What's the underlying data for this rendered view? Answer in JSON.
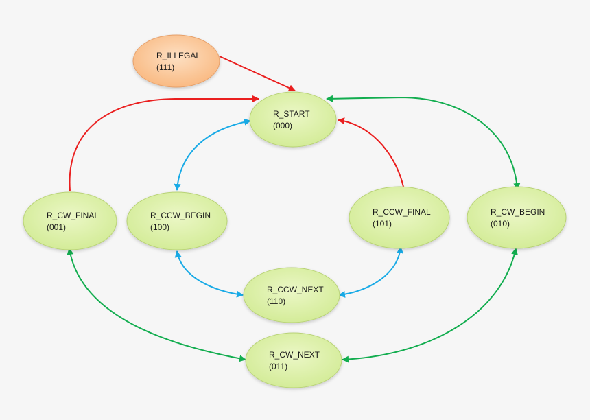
{
  "colors": {
    "background": "#f6f6f6",
    "state_fill": "#d2eb95",
    "state_stroke": "#b8d276",
    "illegal_fill": "#f9b77e",
    "illegal_stroke": "#e6a06a",
    "edge_red": "#ea1f1f",
    "edge_green": "#12ad4f",
    "edge_blue": "#18aae6"
  },
  "nodes": [
    {
      "id": "r_illegal",
      "name": "R_ILLEGAL",
      "code": "(111)",
      "kind": "illegal"
    },
    {
      "id": "r_start",
      "name": "R_START",
      "code": "(000)",
      "kind": "state"
    },
    {
      "id": "r_cw_final",
      "name": "R_CW_FINAL",
      "code": "(001)",
      "kind": "state"
    },
    {
      "id": "r_ccw_begin",
      "name": "R_CCW_BEGIN",
      "code": "(100)",
      "kind": "state"
    },
    {
      "id": "r_ccw_final",
      "name": "R_CCW_FINAL",
      "code": "(101)",
      "kind": "state"
    },
    {
      "id": "r_cw_begin",
      "name": "R_CW_BEGIN",
      "code": "(010)",
      "kind": "state"
    },
    {
      "id": "r_ccw_next",
      "name": "R_CCW_NEXT",
      "code": "(110)",
      "kind": "state"
    },
    {
      "id": "r_cw_next",
      "name": "R_CW_NEXT",
      "code": "(011)",
      "kind": "state"
    }
  ],
  "edges": [
    {
      "from": "r_illegal",
      "to": "r_start",
      "color": "red",
      "bidirectional": false
    },
    {
      "from": "r_cw_final",
      "to": "r_start",
      "color": "red",
      "bidirectional": false
    },
    {
      "from": "r_ccw_final",
      "to": "r_start",
      "color": "red",
      "bidirectional": false
    },
    {
      "from": "r_start",
      "to": "r_cw_begin",
      "color": "green",
      "bidirectional": true
    },
    {
      "from": "r_start",
      "to": "r_ccw_begin",
      "color": "blue",
      "bidirectional": true
    },
    {
      "from": "r_ccw_begin",
      "to": "r_ccw_next",
      "color": "blue",
      "bidirectional": true
    },
    {
      "from": "r_ccw_next",
      "to": "r_ccw_final",
      "color": "blue",
      "bidirectional": true
    },
    {
      "from": "r_cw_final",
      "to": "r_cw_next",
      "color": "green",
      "bidirectional": true
    },
    {
      "from": "r_cw_next",
      "to": "r_cw_begin",
      "color": "green",
      "bidirectional": true
    }
  ]
}
